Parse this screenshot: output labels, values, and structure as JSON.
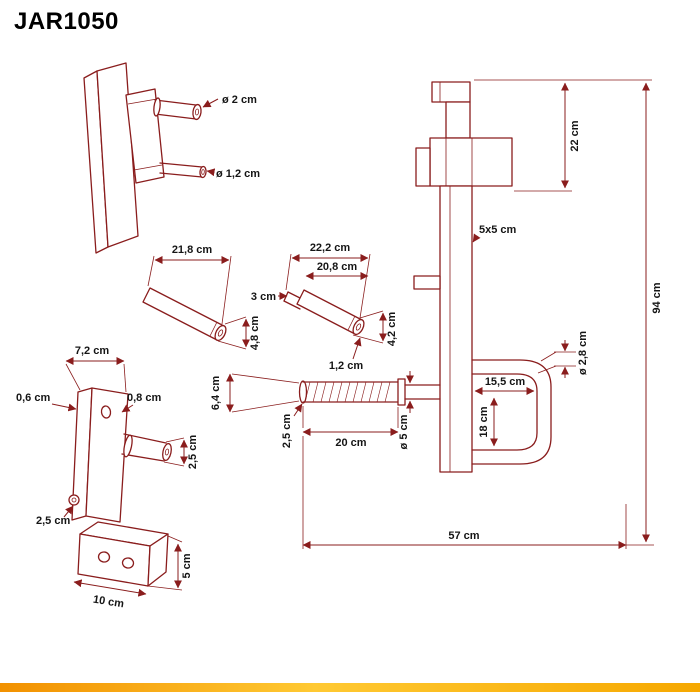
{
  "title": "JAR1050",
  "labels": {
    "pin_large_dia": "ø 2 cm",
    "pin_small_dia": "ø 1,2 cm",
    "pinA_length": "21,8 cm",
    "pinA_dia": "4,8 cm",
    "pinB_length_outer": "22,2 cm",
    "pinB_length_inner": "20,8 cm",
    "pinB_tip": "3 cm",
    "pinB_dia": "4,2 cm",
    "pinB_hole": "1,2 cm",
    "bracket_width": "7,2 cm",
    "bracket_left_thickness": "0,6 cm",
    "bracket_right_thickness": "0,8 cm",
    "bracket_pin_dia": "2,5 cm",
    "bracket_bolt": "2,5 cm",
    "base_depth": "10 cm",
    "base_height": "5 cm",
    "top_section_height": "22 cm",
    "total_height": "94 cm",
    "tube_profile": "5x5 cm",
    "loop_tube_dia": "ø 2,8 cm",
    "loop_width": "15,5 cm",
    "loop_height": "18 cm",
    "bar_dia": "ø 5 cm",
    "grip_length": "20 cm",
    "bar_offset": "2,5 cm",
    "bar_end_dia": "6,4 cm",
    "total_width": "57 cm"
  },
  "colors": {
    "line": "#8a1d1d",
    "text": "#151515",
    "accent_from": "#f29100",
    "accent_mid": "#ffc933",
    "accent_to": "#f6a800"
  }
}
